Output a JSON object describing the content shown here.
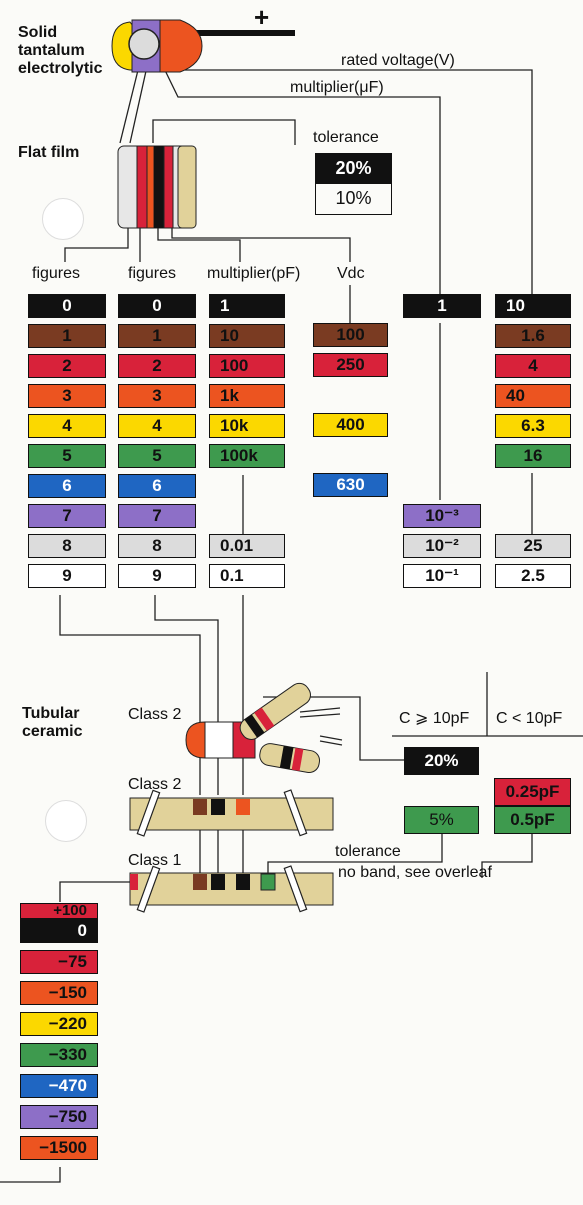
{
  "labels": {
    "tantalum": [
      "Solid",
      "tantalum",
      "electrolytic"
    ],
    "flat_film": "Flat film",
    "tubular": [
      "Tubular",
      "ceramic"
    ],
    "plus": "+",
    "rated_voltage": "rated voltage(V)",
    "multiplier_uf": "multiplier(μF)",
    "tolerance_top": "tolerance",
    "tol_values": [
      "20%",
      "10%"
    ],
    "figures1": "figures",
    "figures2": "figures",
    "multiplier_pf": "multiplier(pF)",
    "vdc": "Vdc",
    "class2_a": "Class 2",
    "class2_b": "Class 2",
    "class1": "Class 1",
    "c_ge": "C ⩾ 10pF",
    "c_lt": "C < 10pF",
    "tol_ge_20": "20%",
    "tol_ge_5": "5%",
    "tol_lt_025": "0.25pF",
    "tol_lt_05": "0.5pF",
    "tolerance_bottom": "tolerance",
    "no_band": "no band, see overleaf"
  },
  "colors": {
    "black": "#111111",
    "brown": "#7a3b22",
    "red": "#d8223a",
    "orange": "#ec5420",
    "yellow": "#fbd800",
    "green": "#3e9a4e",
    "blue": "#1f66c2",
    "violet": "#8d6fc7",
    "grey": "#dcdcdc",
    "white": "#ffffff",
    "tan": "#e1d29a"
  },
  "columns": {
    "figures1": [
      "0",
      "1",
      "2",
      "3",
      "4",
      "5",
      "6",
      "7",
      "8",
      "9"
    ],
    "figures2": [
      "0",
      "1",
      "2",
      "3",
      "4",
      "5",
      "6",
      "7",
      "8",
      "9"
    ],
    "multiplier_pf": [
      {
        "v": "1",
        "c": "black"
      },
      {
        "v": "10",
        "c": "brown"
      },
      {
        "v": "100",
        "c": "red"
      },
      {
        "v": "1k",
        "c": "orange"
      },
      {
        "v": "10k",
        "c": "yellow"
      },
      {
        "v": "100k",
        "c": "green"
      },
      {
        "v": "0.01",
        "c": "grey"
      },
      {
        "v": "0.1",
        "c": "white"
      }
    ],
    "vdc": [
      {
        "v": "100",
        "c": "brown"
      },
      {
        "v": "250",
        "c": "red"
      },
      {
        "v": "400",
        "c": "yellow"
      },
      {
        "v": "630",
        "c": "blue"
      }
    ],
    "multiplier_uf": [
      {
        "v": "1",
        "c": "black"
      },
      {
        "v": "10⁻³",
        "c": "violet"
      },
      {
        "v": "10⁻²",
        "c": "grey"
      },
      {
        "v": "10⁻¹",
        "c": "white"
      }
    ],
    "rated_voltage": [
      {
        "v": "10",
        "c": "black"
      },
      {
        "v": "1.6",
        "c": "brown"
      },
      {
        "v": "4",
        "c": "red"
      },
      {
        "v": "40",
        "c": "orange"
      },
      {
        "v": "6.3",
        "c": "yellow"
      },
      {
        "v": "16",
        "c": "green"
      },
      {
        "v": "25",
        "c": "grey"
      },
      {
        "v": "2.5",
        "c": "white"
      }
    ],
    "temp_coeff": [
      {
        "v": "+100",
        "c": "red"
      },
      {
        "v": "0",
        "c": "black"
      },
      {
        "v": "−75",
        "c": "red"
      },
      {
        "v": "−150",
        "c": "orange"
      },
      {
        "v": "−220",
        "c": "yellow"
      },
      {
        "v": "−330",
        "c": "green"
      },
      {
        "v": "−470",
        "c": "blue"
      },
      {
        "v": "−750",
        "c": "violet"
      },
      {
        "v": "−1500",
        "c": "orange"
      }
    ]
  }
}
